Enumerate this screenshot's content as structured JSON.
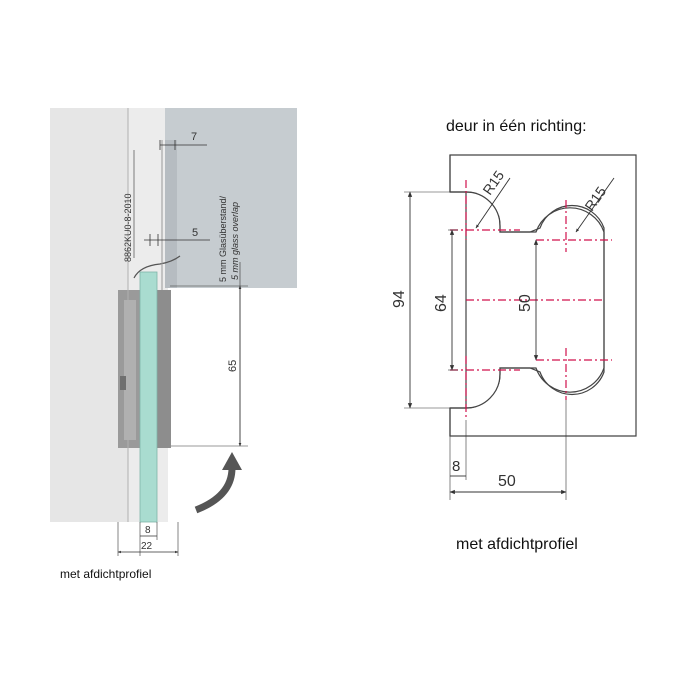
{
  "left_drawing": {
    "dimensions": {
      "top_gap": "7",
      "mid_gap": "5",
      "height": "65",
      "glass_thickness": "8",
      "clamp_width": "22"
    },
    "part_code": "8862KU0-8-2010",
    "overlap_note_de": "5 mm Glasüberstand/",
    "overlap_note_en": "5 mm glass overlap",
    "caption": "met afdichtprofiel",
    "colors": {
      "wall": "#ececec",
      "door": "#c6ccd0",
      "glass": "#a9dcd0",
      "metal": "#9a9a9a"
    }
  },
  "right_drawing": {
    "title": "deur in één richting:",
    "radius_top_left": "R15",
    "radius_top_right": "R15",
    "dim_total_height": "94",
    "dim_inner_height": "64",
    "dim_hole_spacing": "50",
    "dim_edge_offset": "8",
    "dim_width": "50",
    "caption": "met afdichtprofiel",
    "colors": {
      "outline": "#444444",
      "centerline": "#d0104c"
    }
  }
}
